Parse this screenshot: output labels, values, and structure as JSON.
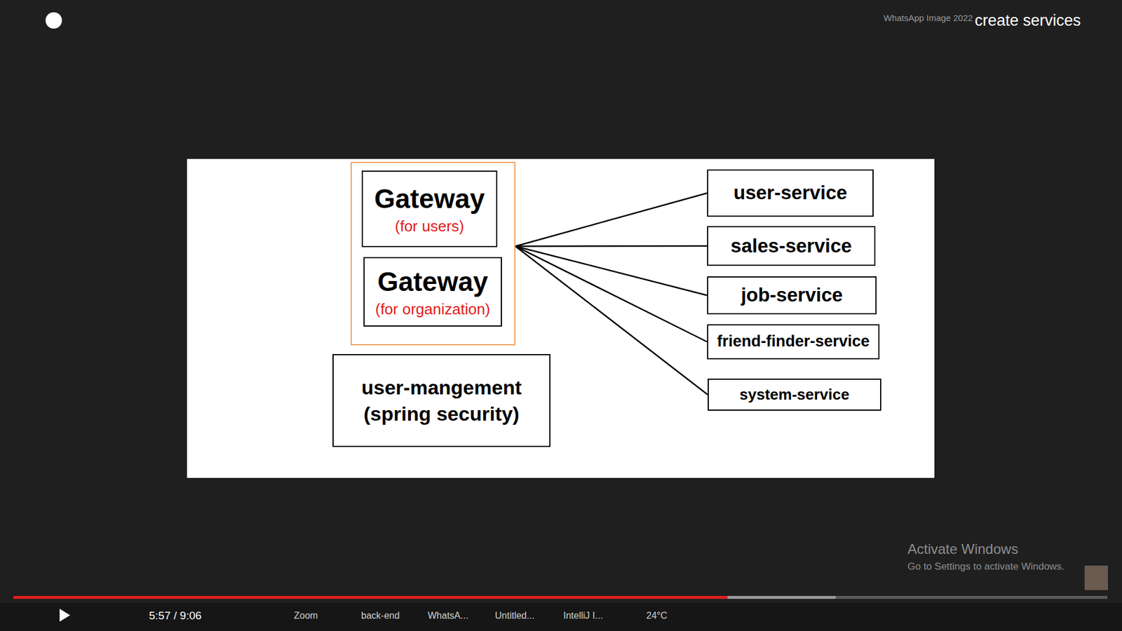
{
  "diagram": {
    "nodes": [
      {
        "text": []
      },
      {
        "text": [
          "Gateway",
          "(for users)"
        ],
        "in": 0
      },
      {
        "text": [
          "Gateway",
          "(for organization)"
        ],
        "in": 0
      },
      {
        "text": [
          "user-mangement (spring security)"
        ]
      },
      {
        "text": [
          "user-service"
        ]
      },
      {
        "text": [
          "sales-service"
        ]
      },
      {
        "text": [
          "job-service"
        ]
      },
      {
        "text": [
          "friend-finder-service"
        ]
      },
      {
        "text": [
          "system-service"
        ]
      }
    ],
    "edges": [
      {
        "from": 0,
        "to": 4,
        "arrow": "none"
      },
      {
        "from": 0,
        "to": 5,
        "arrow": "none"
      },
      {
        "from": 0,
        "to": 6,
        "arrow": "none"
      },
      {
        "from": 0,
        "to": 7,
        "arrow": "none"
      },
      {
        "from": 0,
        "to": 8,
        "arrow": "none"
      }
    ],
    "labels": [
      "WhatsApp Image 2022",
      "create services",
      "Activate Windows",
      "Go to Settings to activate Windows.",
      "5:57 / 9:06",
      "Zoom",
      "back-end",
      "WhatsA...",
      "Untitled...",
      "IntelliJ I...",
      "24°C"
    ]
  }
}
